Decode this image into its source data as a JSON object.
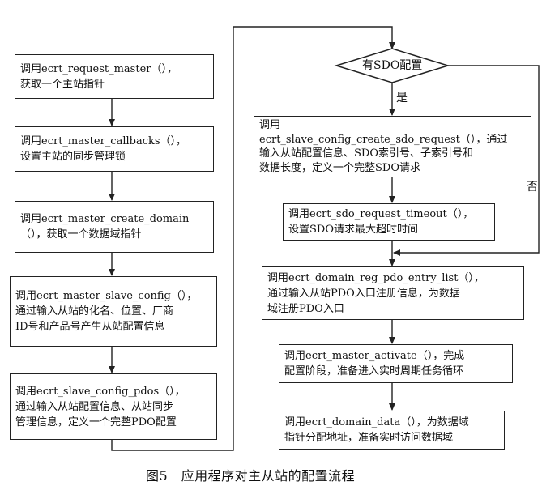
{
  "left_column": {
    "b1": [
      "调用ecrt_request_master（），",
      "获取一个主站指针"
    ],
    "b2": [
      "调用ecrt_master_callbacks（），",
      "设置主站的同步管理锁"
    ],
    "b3": [
      "调用ecrt_master_create_domain",
      "（），获取一个数据域指针"
    ],
    "b4": [
      "调用ecrt_master_slave_config（），",
      "通过输入从站的化名、位置、厂商",
      "ID号和产品号产生从站配置信息"
    ],
    "b5": [
      "调用ecrt_slave_config_pdos（），",
      "通过输入从站配置信息、从站同步",
      "管理信息，定义一个完整PDO配置"
    ]
  },
  "right_column": {
    "decision": "有SDO配置",
    "yes": "是",
    "no": "否",
    "b6": [
      "调用",
      "ecrt_slave_config_create_sdo_request（），通过",
      "输入从站配置信息、SDO索引号、子索引号和",
      "数据长度，定义一个完整SDO请求"
    ],
    "b7": [
      "调用ecrt_sdo_request_timeout（），",
      "设置SDO请求最大超时时间"
    ],
    "b8": [
      "调用ecrt_domain_reg_pdo_entry_list（），",
      "通过输入从站PDO入口注册信息，为数据",
      "域注册PDO入口"
    ],
    "b9": [
      "调用ecrt_master_activate（），完成",
      "配置阶段，准备进入实时周期任务循环"
    ],
    "b10": [
      "调用ecrt_domain_data（），为数据域",
      "指针分配地址，准备实时访问数据域"
    ]
  },
  "caption": "图5　应用程序对主从站的配置流程"
}
